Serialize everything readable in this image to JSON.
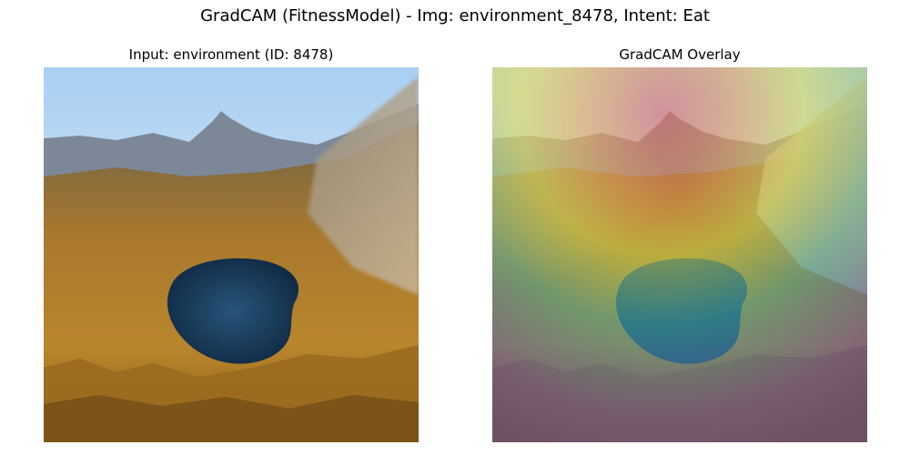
{
  "figure": {
    "title": "GradCAM (FitnessModel) - Img: environment_8478, Intent: Eat"
  },
  "panels": {
    "input": {
      "title": "Input: environment (ID: 8478)"
    },
    "overlay": {
      "title": "GradCAM Overlay"
    }
  },
  "colors": {
    "sky": "#bcd9f2",
    "mountain": "#7f8a96",
    "forest": "#c08a2a",
    "lake": "#1e4566",
    "heat_hot": "#e0445a",
    "heat_mid": "#c9d64a",
    "heat_cool": "#3ca8a0",
    "heat_cold": "#5a4fb0"
  }
}
